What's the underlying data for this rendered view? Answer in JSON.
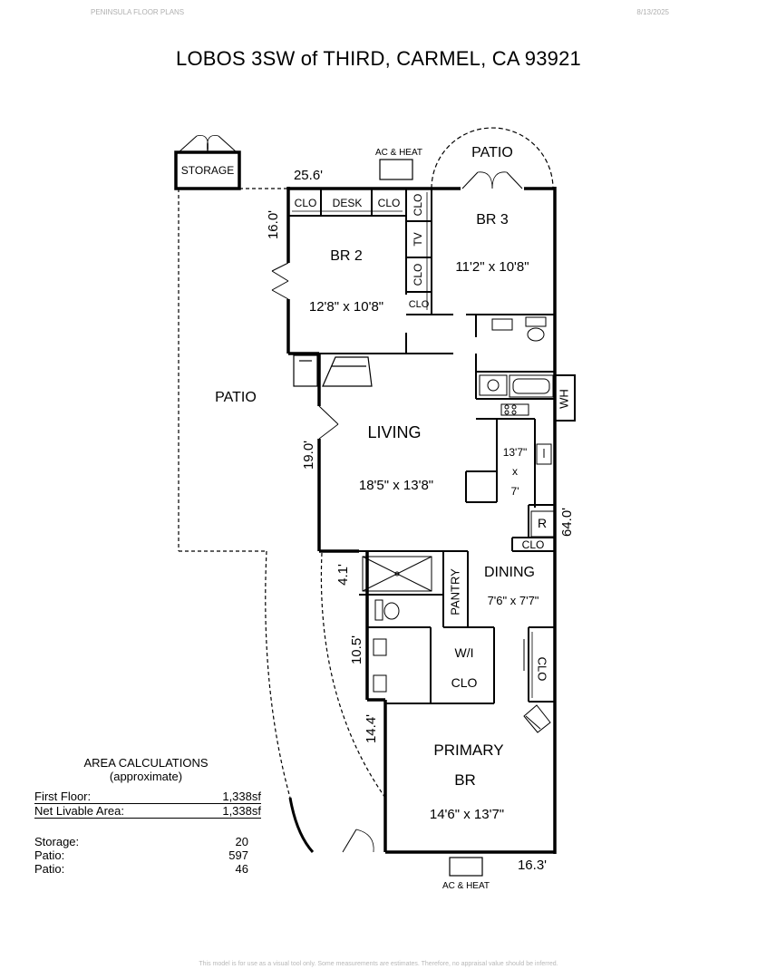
{
  "header": {
    "left": "PENINSULA FLOOR PLANS",
    "right": "8/13/2025"
  },
  "title": "LOBOS 3SW of THIRD, CARMEL, CA 93921",
  "rooms": {
    "storage": "STORAGE",
    "ac_top": "AC & HEAT",
    "patio_top": "PATIO",
    "clo1": "CLO",
    "desk": "DESK",
    "clo2": "CLO",
    "clo3": "CLO",
    "tv": "TV",
    "clo4": "CLO",
    "clo5": "CLO",
    "br2": "BR 2",
    "br2_dim": "12'8\" x 10'8\"",
    "br3": "BR 3",
    "br3_dim": "11'2\" x 10'8\"",
    "patio_left": "PATIO",
    "wh": "WH",
    "living": "LIVING",
    "living_dim": "18'5\" x 13'8\"",
    "kitchen_a": "13'7\"",
    "kitchen_x": "x",
    "kitchen_b": "7'",
    "r": "R",
    "clo_kitchen": "CLO",
    "pantry": "PANTRY",
    "dining": "DINING",
    "dining_dim": "7'6\" x 7'7\"",
    "wi": "W/I",
    "wi_clo": "CLO",
    "clo_right": "CLO",
    "primary": "PRIMARY",
    "primary_br": "BR",
    "primary_dim": "14'6\" x 13'7\"",
    "ac_bottom": "AC & HEAT"
  },
  "dimensions": {
    "d25_6": "25.6'",
    "d16_0": "16.0'",
    "d19_0": "19.0'",
    "d64_0": "64.0'",
    "d4_1": "4.1'",
    "d10_5": "10.5'",
    "d14_4": "14.4'",
    "d16_3": "16.3'"
  },
  "area": {
    "title": "AREA CALCULATIONS",
    "subtitle": "(approximate)",
    "rows": [
      {
        "label": "First Floor:",
        "value": "1,338sf"
      },
      {
        "label": "Net Livable Area:",
        "value": "1,338sf"
      },
      {
        "label": "Storage:",
        "value": "20"
      },
      {
        "label": "Patio:",
        "value": "597"
      },
      {
        "label": "Patio:",
        "value": "46"
      }
    ]
  },
  "footer": "This model is for use as a visual tool only. Some measurements are estimates. Therefore, no appraisal value should be inferred."
}
